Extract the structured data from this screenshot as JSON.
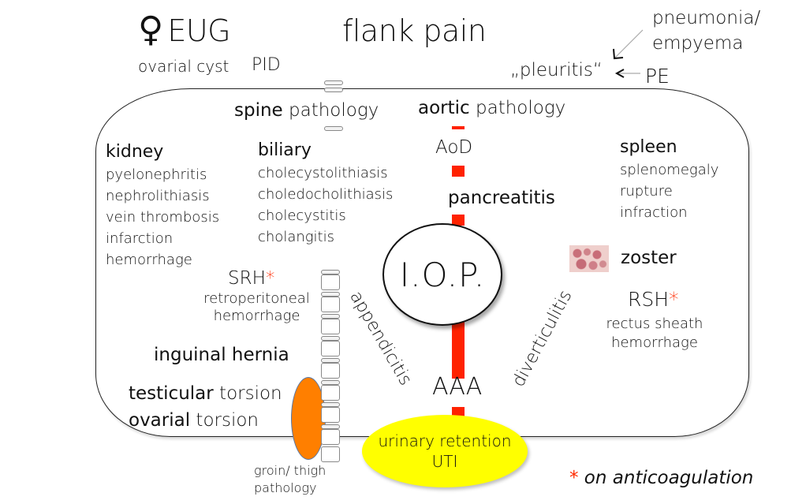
{
  "header": {
    "female_symbol": "♀",
    "eug": "EUG",
    "ovarial_cyst": "ovarial cyst",
    "pid": "PID",
    "title": "flank pain",
    "pneumonia": "pneumonia/",
    "empyema": "empyema",
    "pleuritis": "„pleuritis“",
    "pe": "PE"
  },
  "spine": {
    "bold": "spine",
    "rest": " pathology"
  },
  "aortic": {
    "bold": "aortic",
    "rest": " pathology"
  },
  "kidney": {
    "title": "kidney",
    "items": [
      "pyelonephritis",
      "nephrolithiasis",
      "vein thrombosis",
      "infarction",
      "hemorrhage"
    ]
  },
  "biliary": {
    "title": "biliary",
    "items": [
      "cholecystolithiasis",
      "choledocholithiasis",
      "cholecystitis",
      "cholangitis"
    ]
  },
  "spleen": {
    "title": "spleen",
    "items": [
      "splenomegaly",
      "rupture",
      "infraction"
    ]
  },
  "center": {
    "aod": "AoD",
    "pancreatitis": "pancreatitis",
    "iop": "I.O.P.",
    "aaa": "AAA",
    "appendicitis": "appendicitis",
    "diverticulitis": "diverticulitis"
  },
  "zoster": {
    "label": "zoster",
    "image_icon": "zoster-rash-image"
  },
  "srh": {
    "label": "SRH",
    "star": "*",
    "line1": "retroperitoneal",
    "line2": "hemorrhage"
  },
  "rsh": {
    "label": "RSH",
    "star": "*",
    "line1": "rectus sheath",
    "line2": "hemorrhage"
  },
  "hernia": "inguinal hernia",
  "torsion": {
    "testicular_bold": "testicular",
    "testicular_rest": " torsion",
    "ovarial_bold": "ovarial",
    "ovarial_rest": " torsion"
  },
  "groin": {
    "line1": "groin/ thigh",
    "line2": "pathology"
  },
  "uti": {
    "line1": "urinary retention",
    "line2": "UTI"
  },
  "footnote": {
    "star": "*",
    "text": " on anticoagulation"
  },
  "colors": {
    "aorta": "#ff2200",
    "star": "#ff2a00",
    "uti_fill": "#ffff00",
    "groin_fill": "#ff7f00"
  }
}
